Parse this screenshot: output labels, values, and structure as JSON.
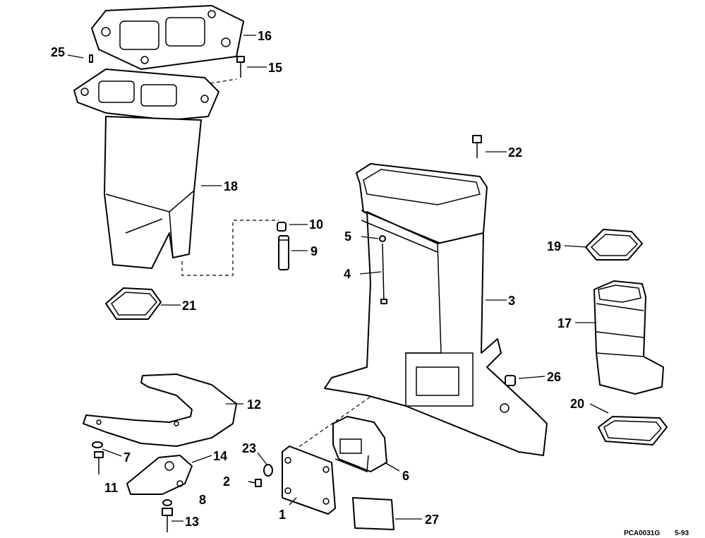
{
  "callouts": {
    "c1": "1",
    "c2": "2",
    "c3": "3",
    "c4": "4",
    "c5": "5",
    "c6": "6",
    "c7": "7",
    "c8": "8",
    "c9": "9",
    "c10": "10",
    "c11": "11",
    "c12": "12",
    "c13": "13",
    "c14": "14",
    "c15": "15",
    "c16": "16",
    "c17": "17",
    "c18": "18",
    "c19": "19",
    "c20": "20",
    "c21": "21",
    "c22": "22",
    "c23": "23",
    "c25": "25",
    "c26": "26",
    "c27": "27"
  },
  "footer": {
    "code": "PCA0031G",
    "date": "5-93"
  }
}
